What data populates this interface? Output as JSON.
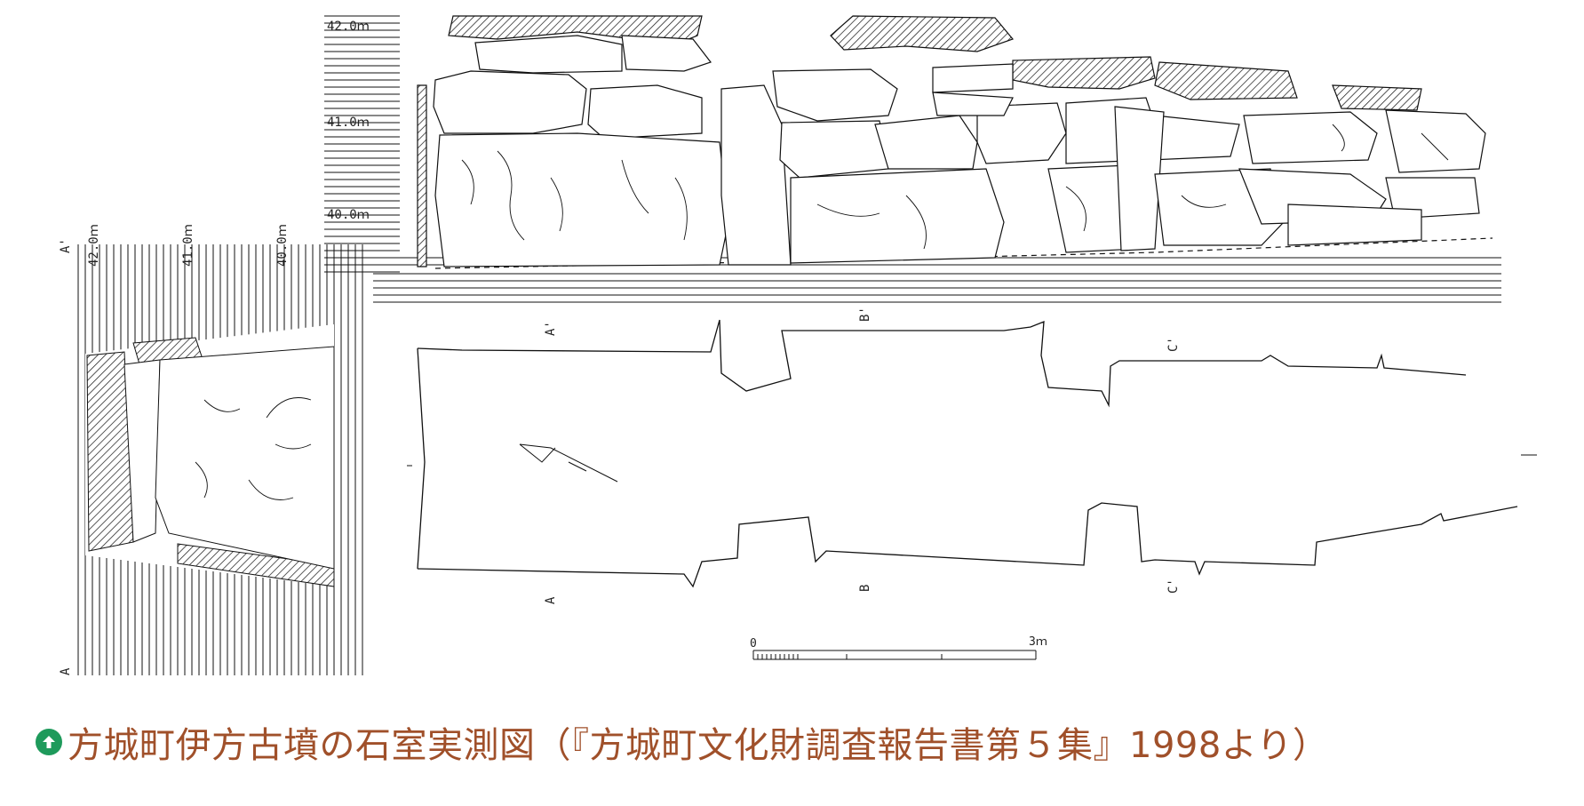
{
  "caption": {
    "text": "方城町伊方古墳の石室実測図（『方城町文化財調査報告書第５集』1998より）",
    "color": "#a0502a",
    "icon": "up-arrow-circle-icon",
    "icon_color": "#1e9a5b"
  },
  "elevation": {
    "levels": [
      "42.0ｍ",
      "41.0ｍ",
      "40.0ｍ"
    ]
  },
  "cross_section": {
    "levels": [
      "42.0ｍ",
      "41.0ｍ",
      "40.0ｍ"
    ],
    "top_label": "A'",
    "bottom_label": "A"
  },
  "plan": {
    "top_markers": [
      "A'",
      "B'",
      "C'"
    ],
    "bottom_markers": [
      "A",
      "B",
      "C'"
    ]
  },
  "scale_bar": {
    "start_label": "0",
    "end_label": "3ｍ"
  }
}
